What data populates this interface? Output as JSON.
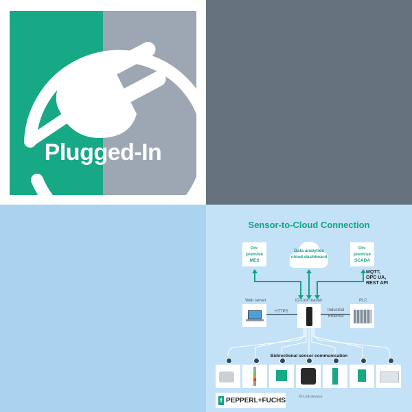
{
  "tiles": {
    "top_left": {
      "logo_text": "Plugged-In",
      "colors": {
        "green": "#17a886",
        "gray": "#9da7b3",
        "white": "#ffffff"
      },
      "icon": "plug-icon"
    },
    "top_right": {
      "color": "#66727d"
    },
    "bottom_left": {
      "color": "#a9d3ee"
    },
    "bottom_right": {
      "background": "#c3e2f8",
      "title": "Sensor-to-Cloud Connection",
      "top_nodes": [
        {
          "label_line1": "On-premise",
          "label_line2": "MES"
        },
        {
          "label_line1": "Data analytics",
          "label_line2": "cloud dashboard"
        },
        {
          "label_line1": "On-premise",
          "label_line2": "SCADA"
        }
      ],
      "protocols": [
        "MQTT,",
        "OPC UA,",
        "REST API"
      ],
      "middle": {
        "web_server_label": "Web server",
        "https_label": "HTTPS",
        "master_label": "IO-Link master",
        "ethernet_line1": "Industrial",
        "ethernet_line2": "Ethernet",
        "plc_label": "PLC"
      },
      "bus_label": "Bidirectional sensor communication",
      "devices_label": "IO-Link devices",
      "device_count": 7,
      "brand": "PEPPERL+FUCHS",
      "accent": "#12a283"
    }
  }
}
